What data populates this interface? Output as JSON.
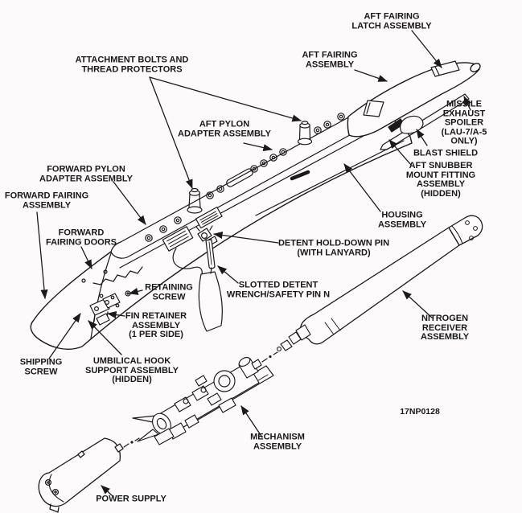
{
  "figure": {
    "figure_number": "17NP0128",
    "background_color": "#fcfafb",
    "ink_color": "#1a1a1a"
  },
  "labels": [
    {
      "name": "attachment-bolts-and-thread-protectors",
      "text": "ATTACHMENT BOLTS AND\nTHREAD PROTECTORS"
    },
    {
      "name": "aft-fairing-latch-assembly",
      "text": "AFT FAIRING\nLATCH ASSEMBLY"
    },
    {
      "name": "aft-fairing-assembly",
      "text": "AFT FAIRING\nASSEMBLY"
    },
    {
      "name": "aft-pylon-adapter-assembly",
      "text": "AFT PYLON\nADAPTER ASSEMBLY"
    },
    {
      "name": "missile-exhaust-spoiler",
      "text": "MISSILE\nEXHAUST SPOILER\n(LAU-7/A-5 ONLY)"
    },
    {
      "name": "blast-shield",
      "text": "BLAST SHIELD"
    },
    {
      "name": "aft-snubber-mount-fitting-assembly",
      "text": "AFT SNUBBER\nMOUNT FITTING\nASSEMBLY (HIDDEN)"
    },
    {
      "name": "forward-pylon-adapter-assembly",
      "text": "FORWARD PYLON\nADAPTER ASSEMBLY"
    },
    {
      "name": "forward-fairing-assembly",
      "text": "FORWARD FAIRING\nASSEMBLY"
    },
    {
      "name": "housing-assembly",
      "text": "HOUSING\nASSEMBLY"
    },
    {
      "name": "forward-fairing-doors",
      "text": "FORWARD\nFAIRING DOORS"
    },
    {
      "name": "detent-hold-down-pin",
      "text": "DETENT HOLD-DOWN PIN\n(WITH LANYARD)"
    },
    {
      "name": "slotted-detent-wrench-safety-pin",
      "text": "SLOTTED DETENT\nWRENCH/SAFETY PIN N"
    },
    {
      "name": "retaining-screw",
      "text": "RETAINING\nSCREW"
    },
    {
      "name": "fin-retainer-assembly",
      "text": "FIN RETAINER\nASSEMBLY\n(1 PER SIDE)"
    },
    {
      "name": "nitrogen-receiver-assembly",
      "text": "NITROGEN RECEIVER\nASSEMBLY"
    },
    {
      "name": "shipping-screw",
      "text": "SHIPPING\nSCREW"
    },
    {
      "name": "umbilical-hook-support-assembly",
      "text": "UMBILICAL HOOK\nSUPPORT ASSEMBLY\n(HIDDEN)"
    },
    {
      "name": "mechanism-assembly",
      "text": "MECHANISM\nASSEMBLY"
    },
    {
      "name": "power-supply",
      "text": "POWER SUPPLY"
    }
  ]
}
